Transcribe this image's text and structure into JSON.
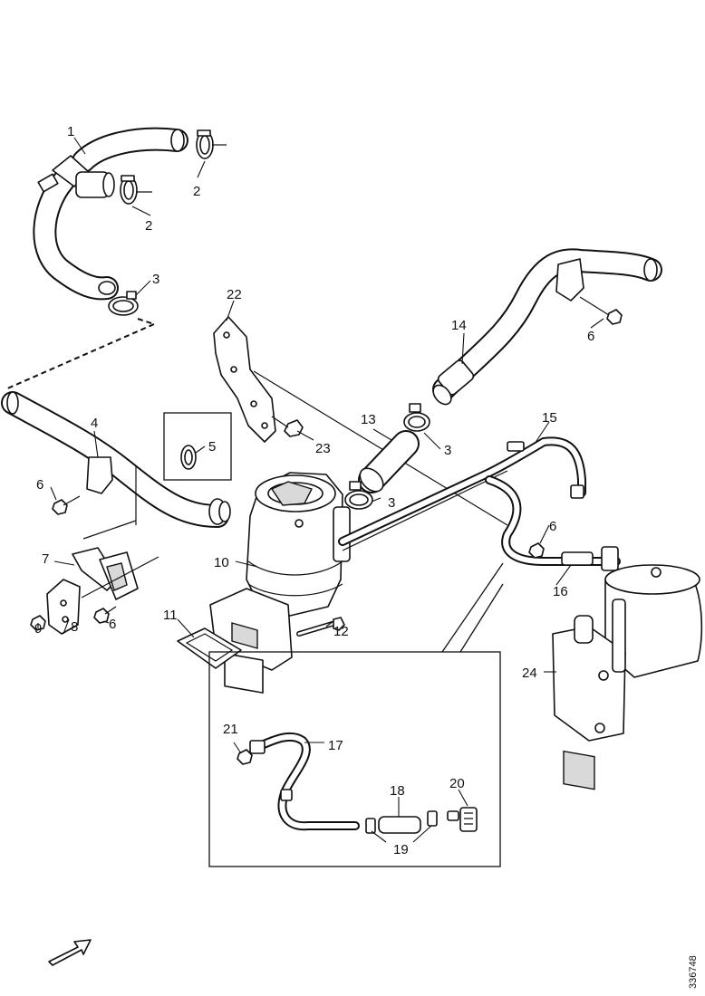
{
  "diagram": {
    "callouts": [
      {
        "id": "c1",
        "label": "1"
      },
      {
        "id": "c2a",
        "label": "2"
      },
      {
        "id": "c2b",
        "label": "2"
      },
      {
        "id": "c3a",
        "label": "3"
      },
      {
        "id": "c3b",
        "label": "3"
      },
      {
        "id": "c3c",
        "label": "3"
      },
      {
        "id": "c4",
        "label": "4"
      },
      {
        "id": "c5",
        "label": "5"
      },
      {
        "id": "c6a",
        "label": "6"
      },
      {
        "id": "c6b",
        "label": "6"
      },
      {
        "id": "c6c",
        "label": "6"
      },
      {
        "id": "c6d",
        "label": "6"
      },
      {
        "id": "c7",
        "label": "7"
      },
      {
        "id": "c8",
        "label": "8"
      },
      {
        "id": "c9",
        "label": "9"
      },
      {
        "id": "c10",
        "label": "10"
      },
      {
        "id": "c11",
        "label": "11"
      },
      {
        "id": "c12",
        "label": "12"
      },
      {
        "id": "c13",
        "label": "13"
      },
      {
        "id": "c14",
        "label": "14"
      },
      {
        "id": "c15",
        "label": "15"
      },
      {
        "id": "c16",
        "label": "16"
      },
      {
        "id": "c17",
        "label": "17"
      },
      {
        "id": "c18",
        "label": "18"
      },
      {
        "id": "c19",
        "label": "19"
      },
      {
        "id": "c20",
        "label": "20"
      },
      {
        "id": "c21",
        "label": "21"
      },
      {
        "id": "c22",
        "label": "22"
      },
      {
        "id": "c23",
        "label": "23"
      },
      {
        "id": "c24",
        "label": "24"
      }
    ],
    "document_number": "336748",
    "icons": {
      "orientation_arrow": "forward-arrow-icon"
    }
  }
}
